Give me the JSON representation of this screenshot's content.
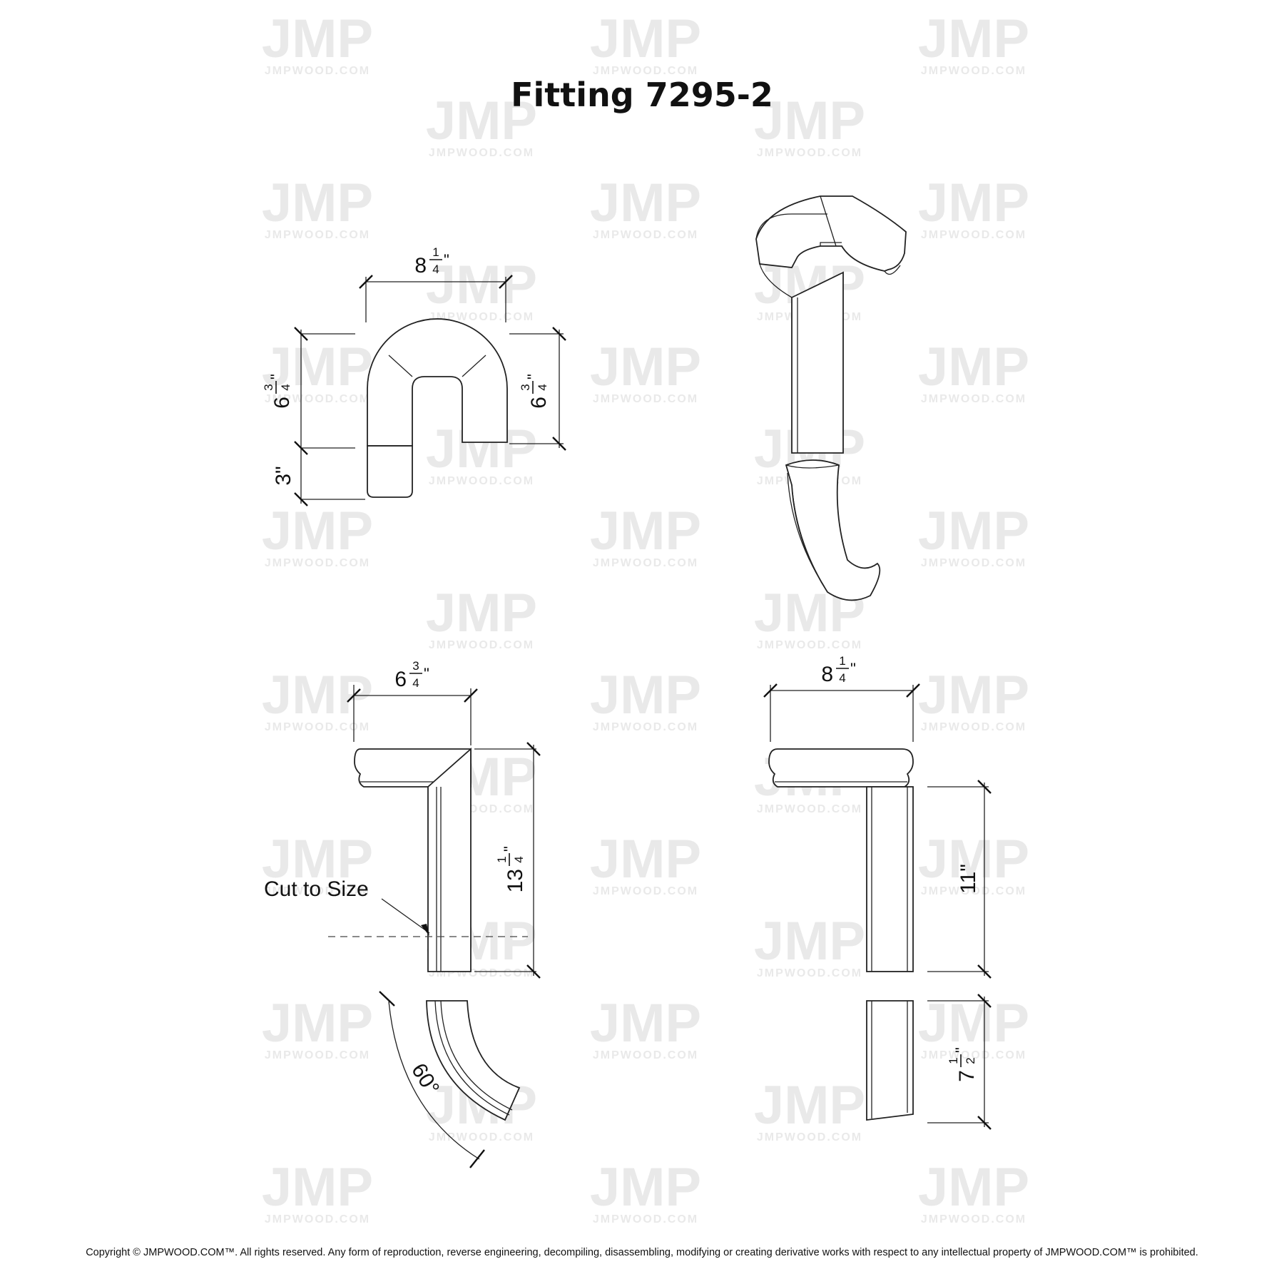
{
  "title": "Fitting 7295-2",
  "watermark": {
    "logo": "JMP",
    "site": "JMPWOOD.COM"
  },
  "plan_view": {
    "width": {
      "whole": "8",
      "num": "1",
      "den": "4"
    },
    "height_left": {
      "whole": "6",
      "num": "3",
      "den": "4"
    },
    "height_right": {
      "whole": "6",
      "num": "3",
      "den": "4"
    },
    "extension": "3\""
  },
  "side_view": {
    "width": {
      "whole": "6",
      "num": "3",
      "den": "4"
    },
    "height": {
      "whole": "13",
      "num": "1",
      "den": "4"
    },
    "cut_note": "Cut to Size",
    "angle": "60°"
  },
  "front_view": {
    "width": {
      "whole": "8",
      "num": "1",
      "den": "4"
    },
    "upper": "11\"",
    "lower": {
      "whole": "7",
      "num": "1",
      "den": "2"
    }
  },
  "copyright": "Copyright © JMPWOOD.COM™. All rights reserved. Any form of reproduction, reverse engineering, decompiling, disassembling, modifying or creating derivative works with respect to any intellectual property of JMPWOOD.COM™ is prohibited.",
  "colors": {
    "line": "#222222",
    "watermark": "#e9e9e9",
    "background": "#ffffff"
  }
}
